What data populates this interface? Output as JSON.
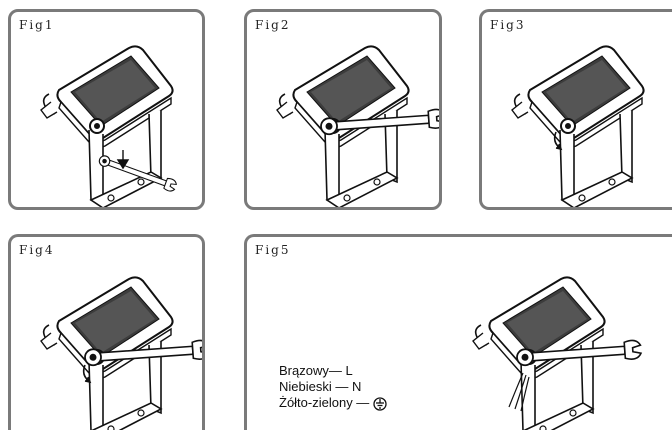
{
  "figures": [
    {
      "label": "Fig1"
    },
    {
      "label": "Fig2"
    },
    {
      "label": "Fig3"
    },
    {
      "label": "Fig4"
    },
    {
      "label": "Fig5"
    }
  ],
  "wiring": [
    {
      "text": "Brązowy— L"
    },
    {
      "text": "Niebieski — N"
    },
    {
      "text": "Żółto-zielony —"
    }
  ],
  "icons": {
    "ground": "earth-ground-icon",
    "wrench": "wrench-icon",
    "arrow": "arrow-down-icon"
  }
}
